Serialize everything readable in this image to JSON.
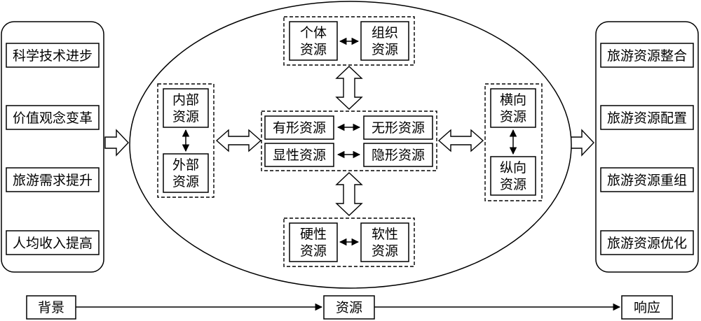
{
  "left_panel": {
    "items": [
      "科学技术进步",
      "价值观念变革",
      "旅游需求提升",
      "人均收入提高"
    ]
  },
  "right_panel": {
    "items": [
      "旅游资源整合",
      "旅游资源配置",
      "旅游资源重组",
      "旅游资源优化"
    ]
  },
  "center": {
    "top_group": {
      "a": [
        "个体",
        "资源"
      ],
      "b": [
        "组织",
        "资源"
      ]
    },
    "left_group": {
      "a": [
        "内部",
        "资源"
      ],
      "b": [
        "外部",
        "资源"
      ]
    },
    "middle_group": {
      "row1": [
        "有形资源",
        "无形资源"
      ],
      "row2": [
        "显性资源",
        "隐形资源"
      ]
    },
    "right_group": {
      "a": [
        "横向",
        "资源"
      ],
      "b": [
        "纵向",
        "资源"
      ]
    },
    "bottom_group": {
      "a": [
        "硬性",
        "资源"
      ],
      "b": [
        "软性",
        "资源"
      ]
    }
  },
  "bottom_flow": {
    "start": "背景",
    "middle": "资源",
    "end": "响应"
  }
}
